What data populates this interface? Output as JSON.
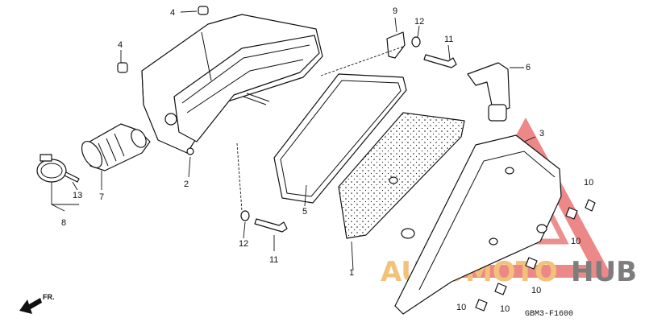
{
  "diagram": {
    "code": "GBM3-F1600",
    "direction_label": "FR.",
    "watermark": {
      "part1": "AUTOMOTO",
      "part2": "HUB",
      "color_accent": "#e86a6a",
      "color_text": "#f2c27a",
      "color_text2": "#7d7d7d"
    },
    "callouts": [
      {
        "id": "c1",
        "text": "1"
      },
      {
        "id": "c2",
        "text": "2"
      },
      {
        "id": "c3",
        "text": "3"
      },
      {
        "id": "c4a",
        "text": "4"
      },
      {
        "id": "c4b",
        "text": "4"
      },
      {
        "id": "c5",
        "text": "5"
      },
      {
        "id": "c6",
        "text": "6"
      },
      {
        "id": "c7",
        "text": "7"
      },
      {
        "id": "c8",
        "text": "8"
      },
      {
        "id": "c9",
        "text": "9"
      },
      {
        "id": "c10a",
        "text": "10"
      },
      {
        "id": "c10b",
        "text": "10"
      },
      {
        "id": "c10c",
        "text": "10"
      },
      {
        "id": "c10d",
        "text": "10"
      },
      {
        "id": "c10e",
        "text": "10"
      },
      {
        "id": "c11a",
        "text": "11"
      },
      {
        "id": "c11b",
        "text": "11"
      },
      {
        "id": "c12a",
        "text": "12"
      },
      {
        "id": "c12b",
        "text": "12"
      },
      {
        "id": "c13",
        "text": "13"
      }
    ]
  }
}
